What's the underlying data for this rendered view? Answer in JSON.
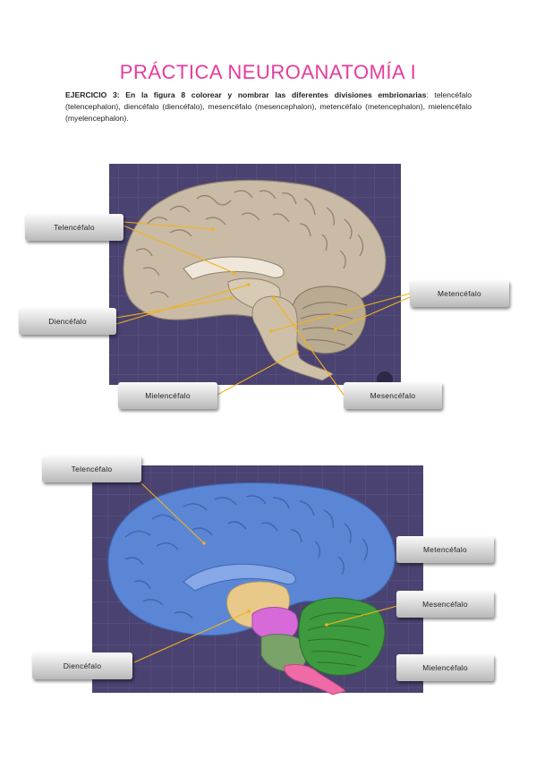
{
  "title": "PRÁCTICA NEUROANATOMÍA I",
  "exercise": {
    "label": "EJERCICIO 3",
    "bold_text": ": En la figura 8 colorear y nombrar las diferentes divisiones embrionarias",
    "text": ": telencéfalo (telencephalon), diencéfalo (diencéfalo), mesencéfalo (mesencephalon), metencéfalo (metencephalon), mielencéfalo (myelencephalon)."
  },
  "figure1": {
    "labels": {
      "telencefalo": "Telencéfalo",
      "diencefalo": "Diencéfalo",
      "mielencefalo": "Mielencéfalo",
      "metencefalo": "Metencéfalo",
      "mesencefalo": "Mesencéfalo"
    },
    "colors": {
      "background": "#4a4270",
      "brain": "#c9bba5",
      "pointer": "#f2b21b"
    }
  },
  "figure2": {
    "labels": {
      "telencefalo": "Telencéfalo",
      "metencefalo": "Metencéfalo",
      "mesencefalo": "Mesencéfalo",
      "diencefalo": "Diencéfalo",
      "mielencefalo": "Mielencéfalo"
    },
    "colors": {
      "background": "#4a4270",
      "telencephalon": "#5b86d6",
      "diencephalon": "#e8c98a",
      "mesencephalon": "#d76ad8",
      "metencephalon": "#3e9a3e",
      "pons": "#7aa36a",
      "myelencephalon": "#f06aa8",
      "pointer": "#f2b21b"
    }
  }
}
